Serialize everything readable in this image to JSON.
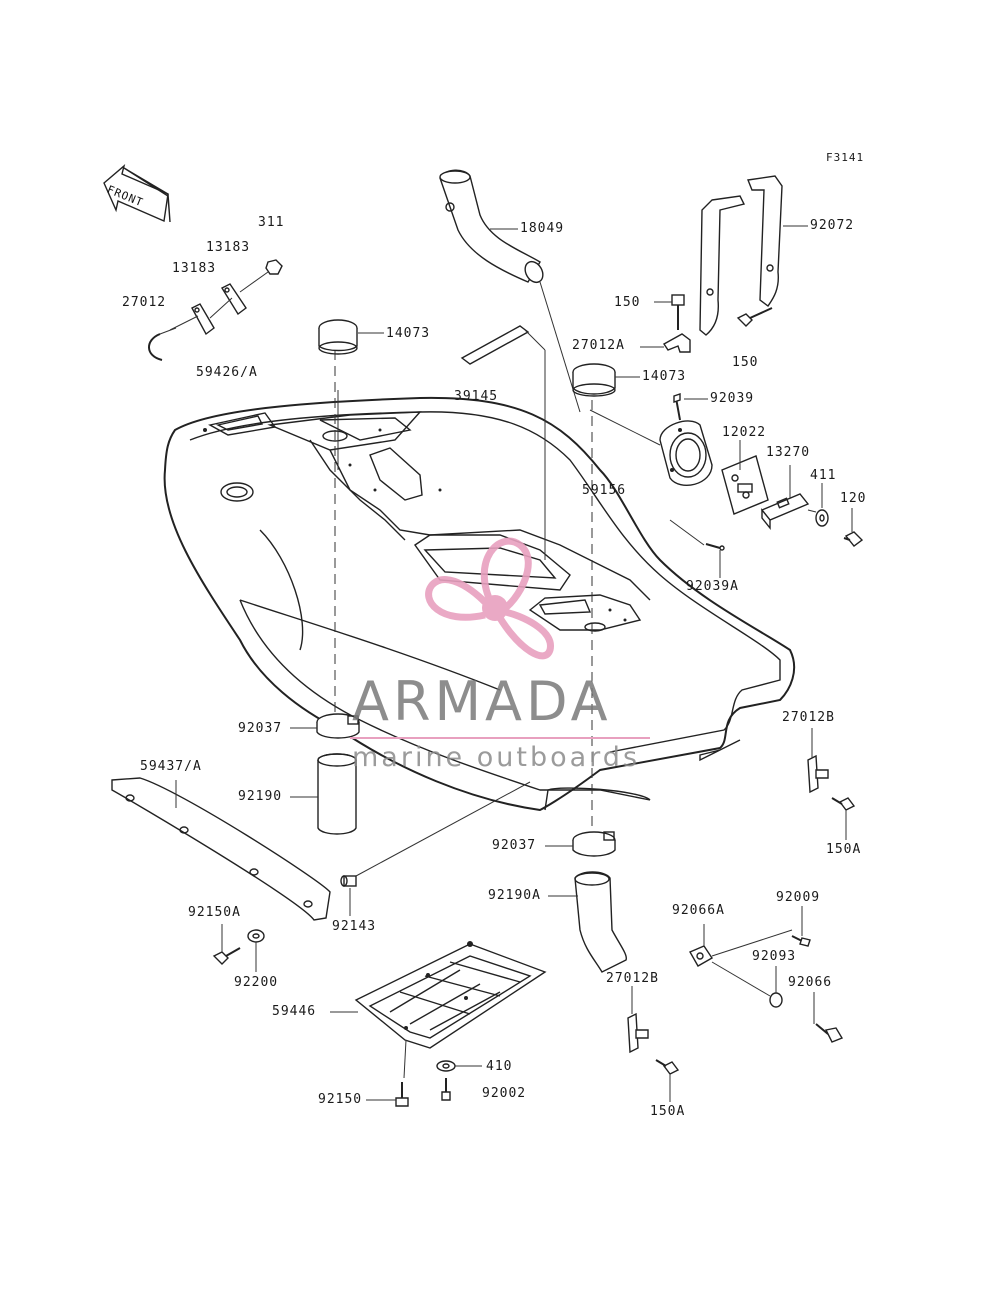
{
  "figure_id": "F3141",
  "front_label": "FRONT",
  "watermark": {
    "brand": "ARMADA",
    "tagline": "marine outboards",
    "pink": "#e8a0bf",
    "gray": "#7a7a7a"
  },
  "parts": {
    "p311": "311",
    "p13183a": "13183",
    "p13183b": "13183",
    "p27012": "27012",
    "p59426": "59426/A",
    "p14073a": "14073",
    "p18049": "18049",
    "p39145": "39145",
    "p92072": "92072",
    "p150a": "150",
    "p150b": "150",
    "p27012A": "27012A",
    "p14073b": "14073",
    "p92039": "92039",
    "p12022": "12022",
    "p13270": "13270",
    "p411": "411",
    "p120": "120",
    "p59156": "59156",
    "p92039A": "92039A",
    "p92037a": "92037",
    "p27012B_a": "27012B",
    "p59437": "59437/A",
    "p92190": "92190",
    "p150A_a": "150A",
    "p92037b": "92037",
    "p92190A": "92190A",
    "p92066A": "92066A",
    "p92009": "92009",
    "p92150A": "92150A",
    "p92143": "92143",
    "p92093": "92093",
    "p92200": "92200",
    "p27012B_b": "27012B",
    "p92066": "92066",
    "p59446": "59446",
    "p410": "410",
    "p92150": "92150",
    "p92002": "92002",
    "p150A_b": "150A"
  }
}
